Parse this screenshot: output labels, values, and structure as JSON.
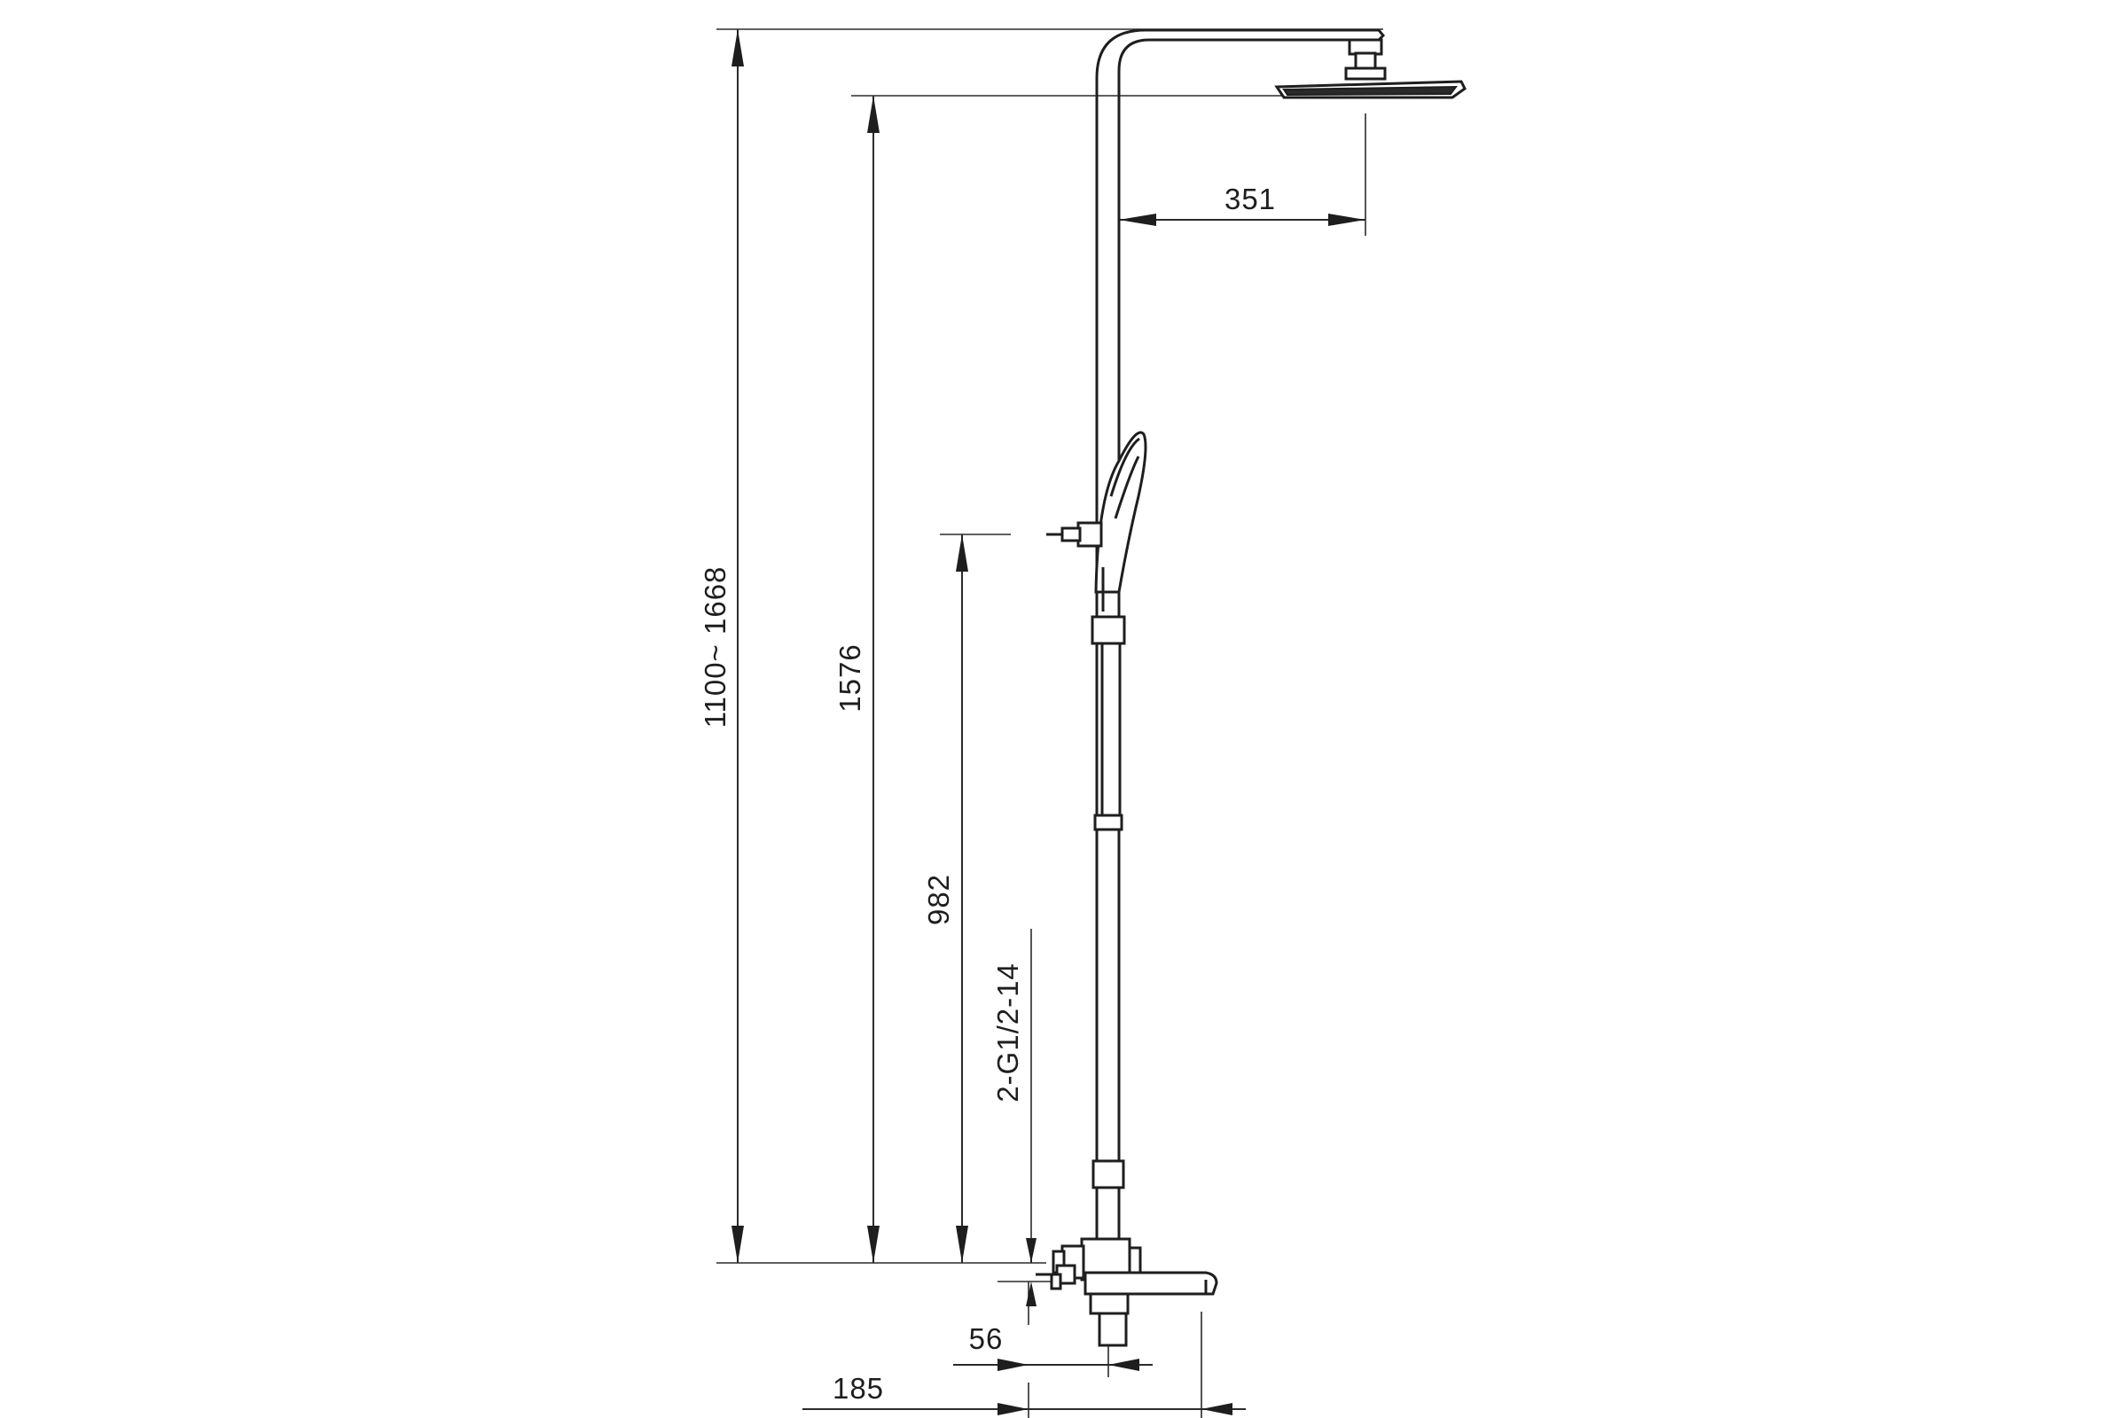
{
  "dimensions": {
    "height_range": "1100~ 1668",
    "overhead_height": "1576",
    "holder_height": "982",
    "thread_spec": "2-G1/2-14",
    "arm_length": "351",
    "offset_small": "56",
    "offset_large": "185"
  }
}
